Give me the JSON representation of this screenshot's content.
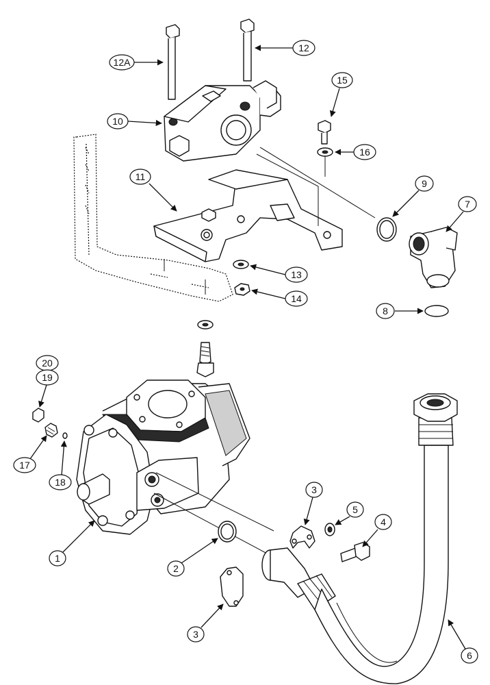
{
  "callouts": {
    "c1": "1",
    "c2": "2",
    "c3a": "3",
    "c3b": "3",
    "c4": "4",
    "c5": "5",
    "c6": "6",
    "c7": "7",
    "c8": "8",
    "c9": "9",
    "c10": "10",
    "c11": "11",
    "c12": "12",
    "c12a": "12A",
    "c13": "13",
    "c14": "14",
    "c15": "15",
    "c16": "16",
    "c17": "17",
    "c18": "18",
    "c19": "19",
    "c20": "20"
  }
}
